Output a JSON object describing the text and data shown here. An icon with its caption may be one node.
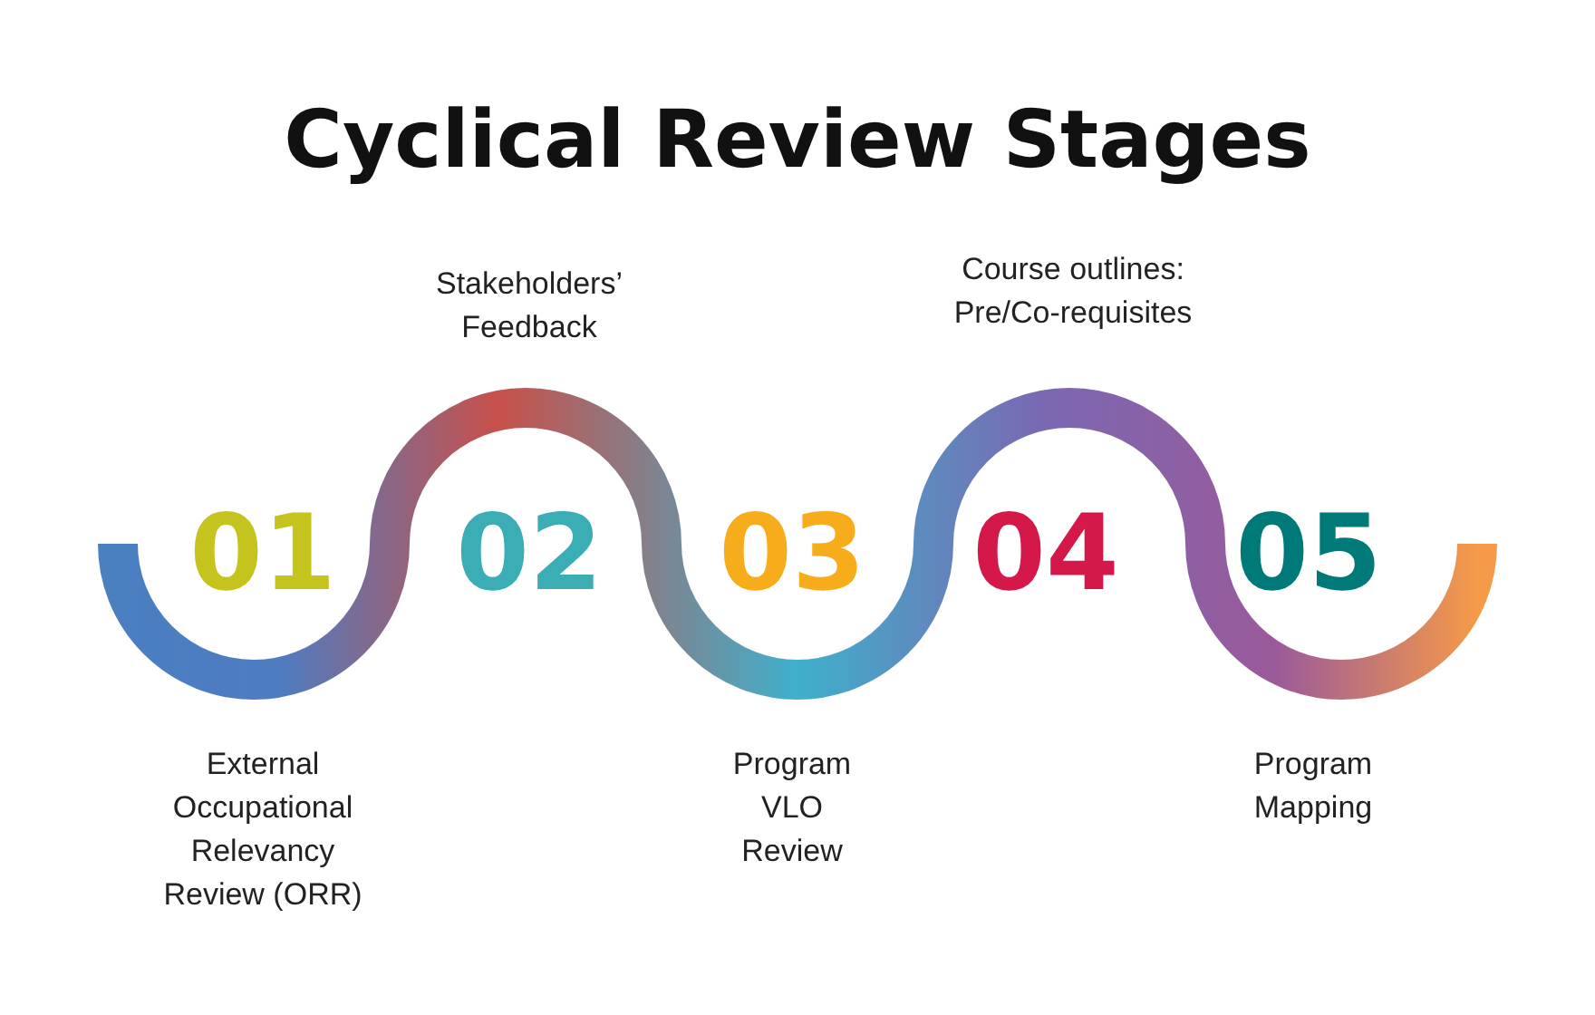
{
  "diagram": {
    "title": "Cyclical Review Stages",
    "nodes": [
      {
        "text": [
          "01"
        ]
      },
      {
        "text": [
          "02"
        ]
      },
      {
        "text": [
          "03"
        ]
      },
      {
        "text": [
          "04"
        ]
      },
      {
        "text": [
          "05"
        ]
      }
    ],
    "labels": [
      "Stakeholders’ Feedback",
      "Course outlines: Pre/Co-requisites",
      "External Occupational Relevancy Review (ORR)",
      "Program VLO Review",
      "Program Mapping"
    ]
  }
}
